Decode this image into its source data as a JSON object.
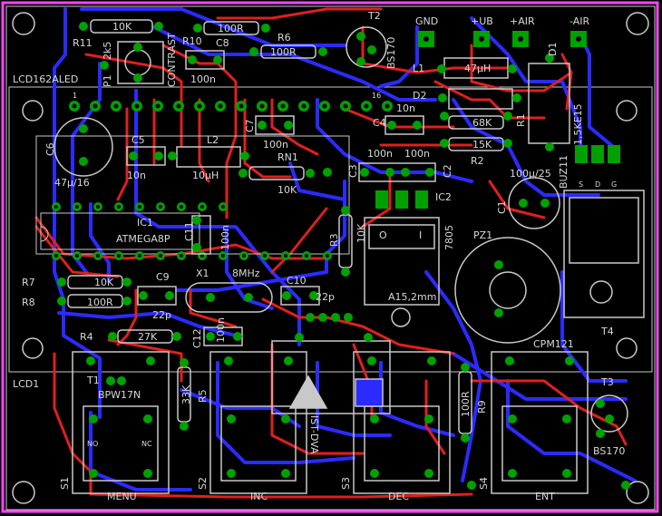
{
  "board": {
    "colors": {
      "background": "#000000",
      "outline": "#ff44ff",
      "top_copper": "#e01f1f",
      "bottom_copper": "#2b2bff",
      "silkscreen": "#c8c8c8",
      "pad": "#00a000",
      "pad_hole": "#000000"
    }
  },
  "labels": {
    "lcd162aled": "LCD162ALED",
    "lcd1": "LCD1",
    "r11": "R11",
    "r11_val": "10K",
    "r10": "R10",
    "r10_val": "100R",
    "c8": "C8",
    "c8_val": "100n",
    "r6": "R6",
    "r6_val": "100R",
    "p1": "P1",
    "p1_val": "2k5",
    "contrast": "CONTRAST",
    "t2": "T2",
    "t2_val": "BS170",
    "gnd": "GND",
    "ub": "+UB",
    "air_pos": "+AIR",
    "air_neg": "-AIR",
    "l1": "L1",
    "l1_val": "47μH",
    "d1": "D1",
    "d2": "D2",
    "d1_val": "1,5KE15",
    "r1_val": "68K",
    "r1": "R1",
    "r2": "R2",
    "r2_val": "15K",
    "c4": "C4",
    "c4_val": "10n",
    "c6": "C6",
    "c6_val": "47μ/16",
    "c5": "C5",
    "c5_val": "10n",
    "l2": "L2",
    "l2_val": "10μH",
    "c7": "C7",
    "c7_val": "100n",
    "rn1": "RN1",
    "rn1_val": "10K",
    "c3": "C3",
    "c2": "C2",
    "c3_val": "100n",
    "c2_val": "100n",
    "ic2": "IC2",
    "c1": "C1",
    "c1_val": "100μ/25",
    "buz11": "BUZ11",
    "ic1": "IC1",
    "ic1_val": "ATMEGA8P",
    "c11": "C11",
    "c11_val": "100n",
    "r3": "R3",
    "r3_val": "10K",
    "u_7805": "7805",
    "pin_o": "O",
    "pin_i": "I",
    "pz1": "PZ1",
    "r7": "R7",
    "r7_val": "10K",
    "r8": "R8",
    "r8_val": "100R",
    "c9": "C9",
    "c9_val": "22p",
    "x1": "X1",
    "x1_val": "8MHz",
    "c10": "C10",
    "c10_val": "22p",
    "a15": "A15,2mm",
    "t4": "T4",
    "r4": "R4",
    "r4_val": "27K",
    "c12": "C12",
    "c12_val": "100n",
    "cpm121": "CPM121",
    "t1": "T1",
    "t1_val": "BPW17N",
    "r5": "R5",
    "r5_val": "33K",
    "r9": "R9",
    "r9_val": "100R",
    "t3": "T3",
    "t3_val": "BS170",
    "ist": "IST-DVA",
    "s1": "S1",
    "s2": "S2",
    "s3": "S3",
    "s4": "S4",
    "menu": "MENU",
    "inc": "INC",
    "dec": "DEC",
    "ent": "ENT",
    "pin1": "1",
    "pin16": "16",
    "pin_s": "S",
    "pin_d": "D",
    "pin_g": "G",
    "pin_nc": "NC",
    "pin_no": "NO"
  }
}
